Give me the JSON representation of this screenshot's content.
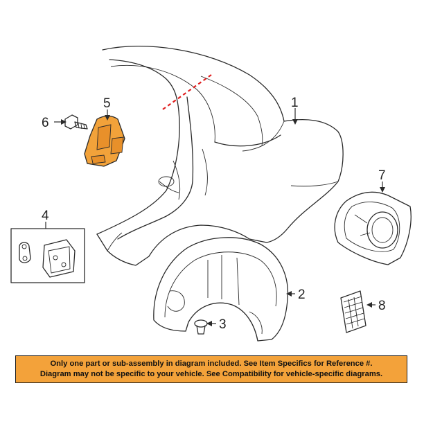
{
  "callouts": {
    "part1": "1",
    "part2": "2",
    "part3": "3",
    "part4": "4",
    "part5": "5",
    "part6": "6",
    "part7": "7",
    "part8": "8"
  },
  "disclaimer": {
    "line1": "Only one part or sub-assembly in diagram included. See Item Specifics for Reference #.",
    "line2": "Diagram may not be specific to your vehicle. See Compatibility for vehicle-specific diagrams."
  },
  "colors": {
    "highlight_part": "#f2a23a",
    "cut_line": "#e02020",
    "line_art": "#2a2a2a",
    "banner": "#f3a23a"
  }
}
